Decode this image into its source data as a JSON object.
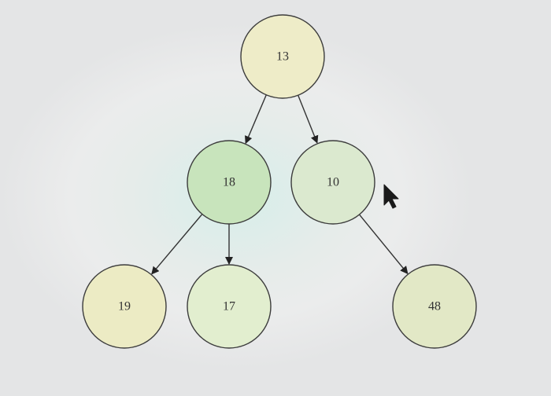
{
  "diagram": {
    "type": "tree",
    "nodes": [
      {
        "id": "n13",
        "label": "13",
        "color": "#eeecc8"
      },
      {
        "id": "n18",
        "label": "18",
        "color": "#c8e4bc"
      },
      {
        "id": "n10",
        "label": "10",
        "color": "#dbe9cf"
      },
      {
        "id": "n19",
        "label": "19",
        "color": "#ecebc4"
      },
      {
        "id": "n17",
        "label": "17",
        "color": "#e2eecf"
      },
      {
        "id": "n48",
        "label": "48",
        "color": "#e2e8c6"
      }
    ],
    "edges": [
      {
        "from": "n13",
        "to": "n18"
      },
      {
        "from": "n13",
        "to": "n10"
      },
      {
        "from": "n18",
        "to": "n19"
      },
      {
        "from": "n18",
        "to": "n17"
      },
      {
        "from": "n10",
        "to": "n48"
      }
    ]
  },
  "cursor": {
    "icon": "mouse-pointer-icon"
  }
}
